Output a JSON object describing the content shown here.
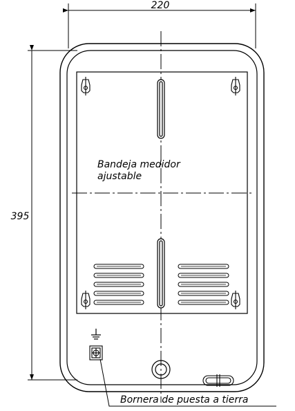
{
  "dimensions": {
    "width_label": "220",
    "height_label": "395"
  },
  "labels": {
    "tray_line1": "Bandeja medidor",
    "tray_line2": "ajustable",
    "ground_terminal": "Bornera de puesta a tierra"
  },
  "colors": {
    "stroke": "#000000",
    "background": "#ffffff"
  },
  "icons": [
    "ground-symbol-icon",
    "keyhole-mount-icon",
    "cable-gland-icon",
    "vent-slot-icon"
  ]
}
